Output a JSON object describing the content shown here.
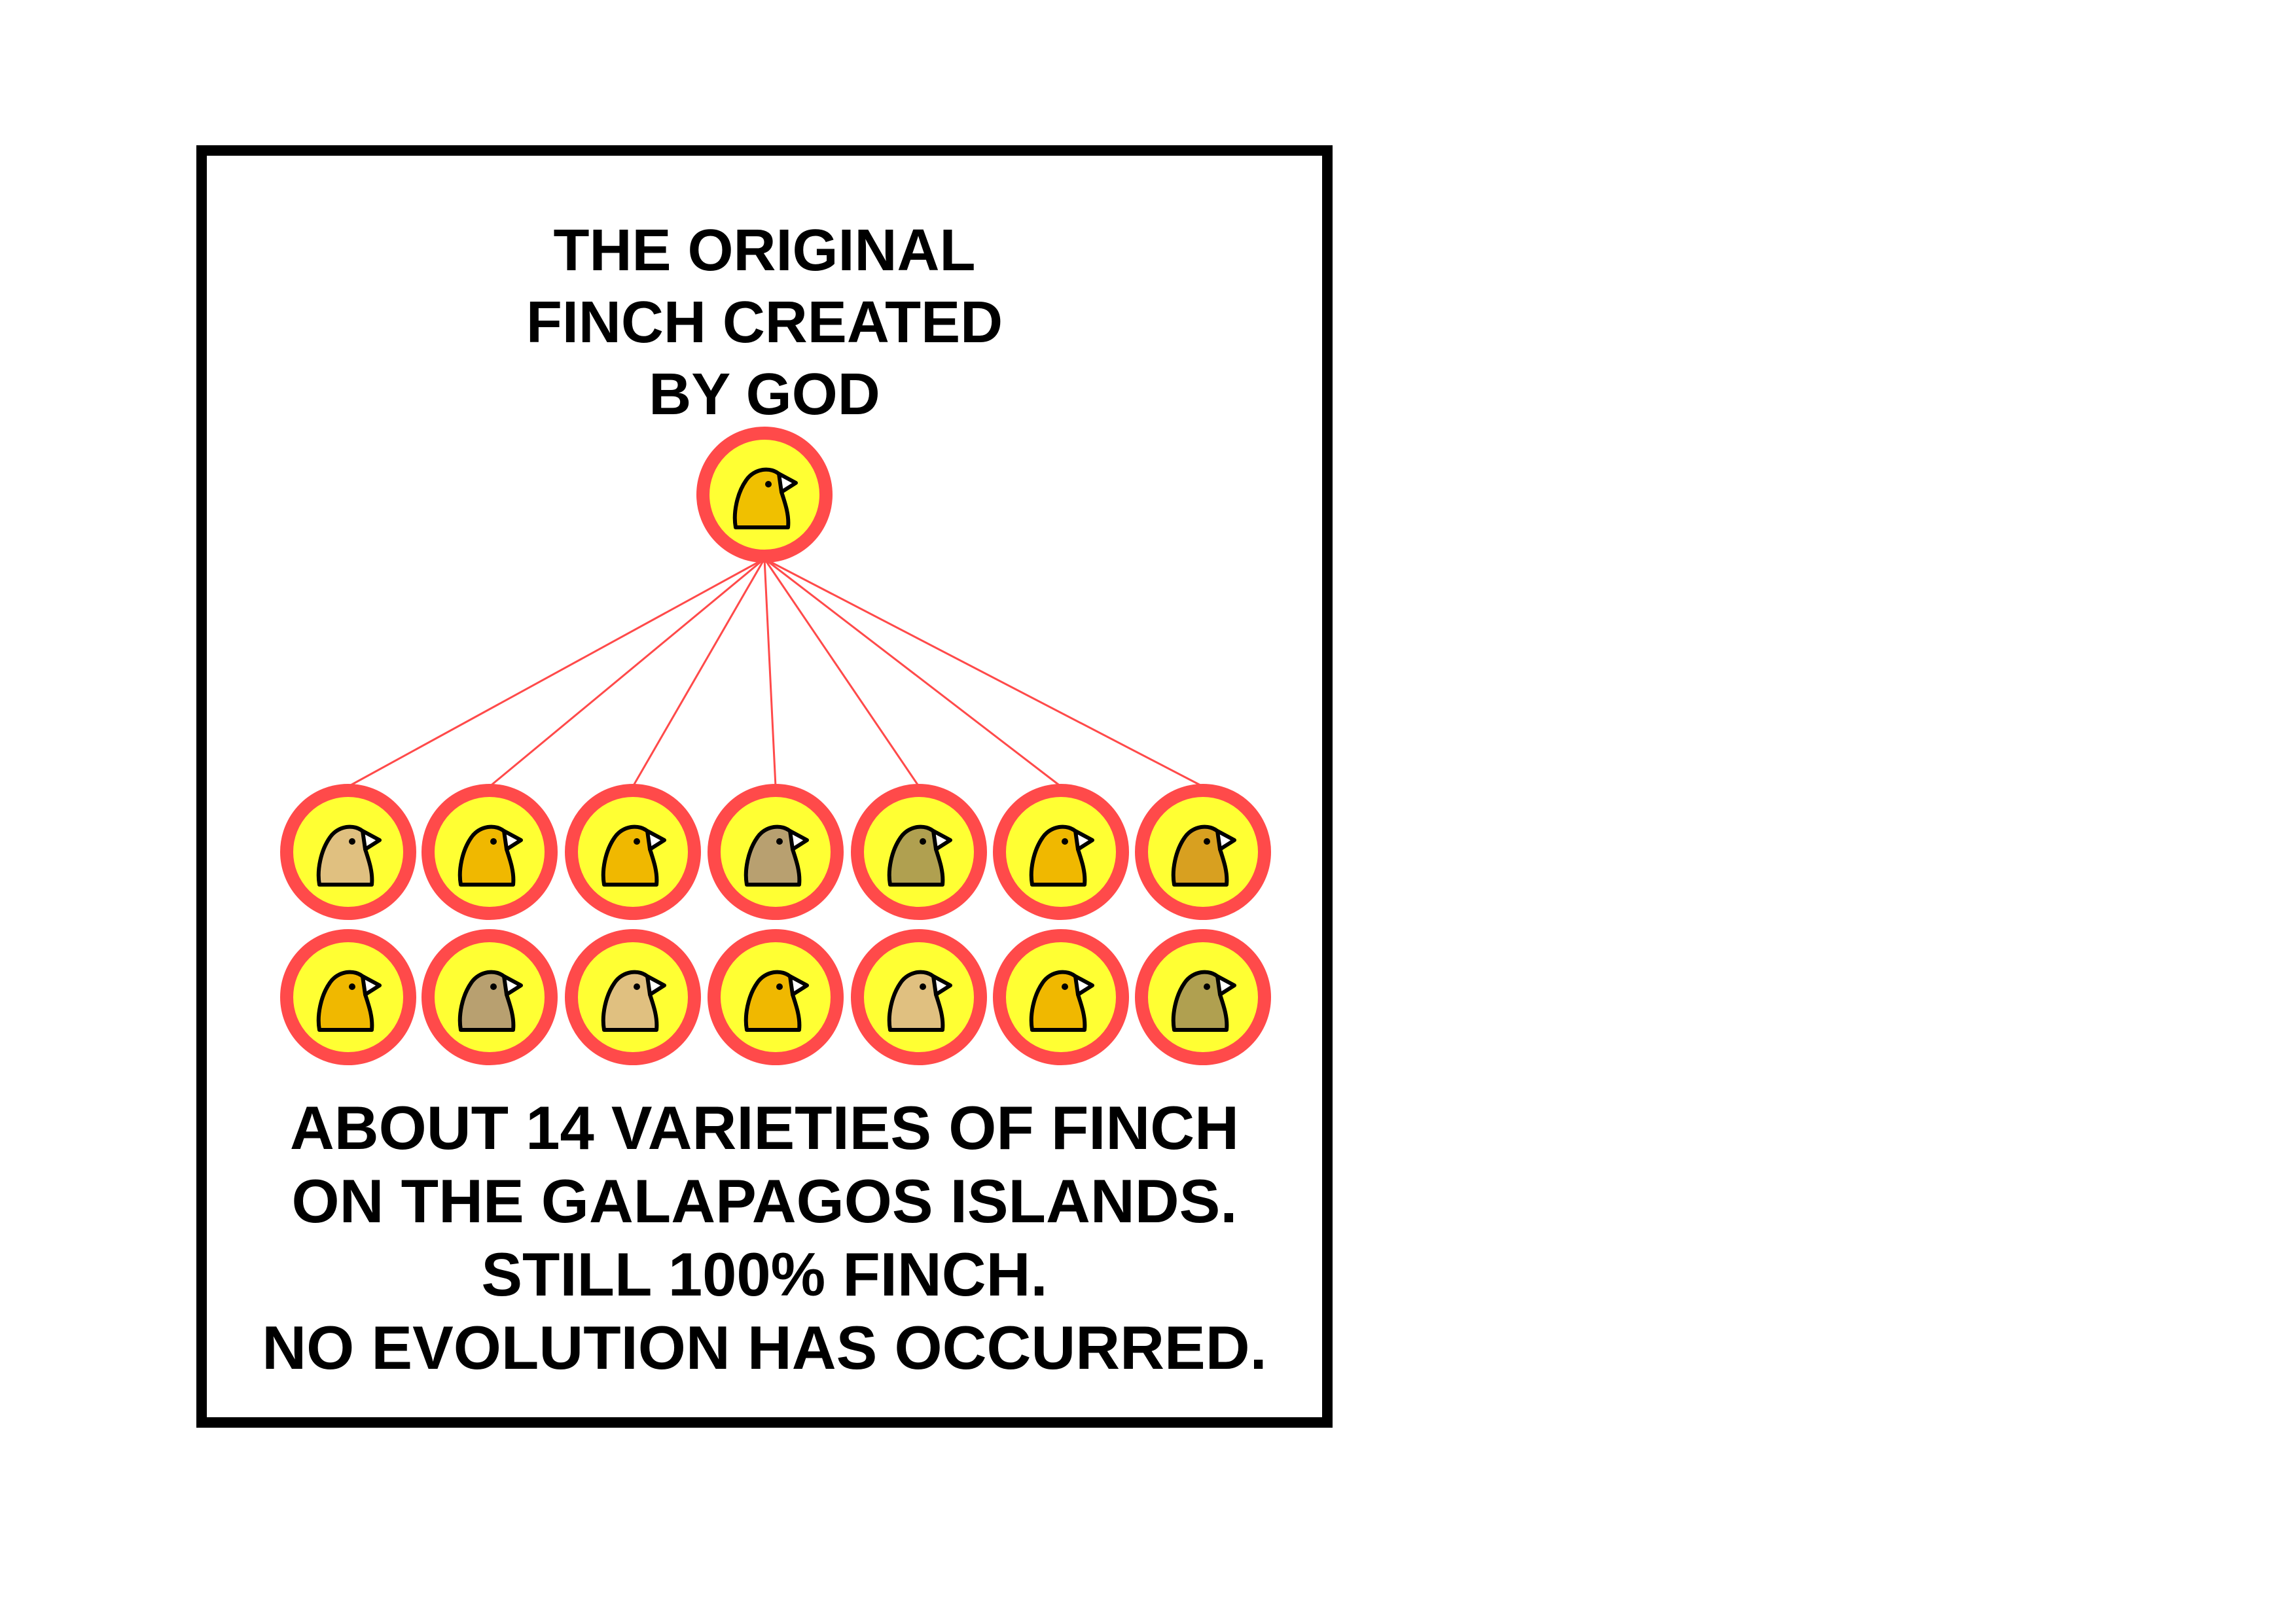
{
  "root": {
    "label_lines": [
      "THE ORIGINAL",
      "FINCH CREATED",
      "BY GOD"
    ],
    "bird_color": "#f0c000"
  },
  "varieties": {
    "count": 14,
    "rows": [
      [
        "#e0c080",
        "#f0b800",
        "#f0b800",
        "#b8a070",
        "#b0a050",
        "#f0b800",
        "#d8a020"
      ],
      [
        "#f0b800",
        "#b8a070",
        "#e0c080",
        "#f0b800",
        "#e0c080",
        "#f0b800",
        "#b0a050"
      ]
    ]
  },
  "caption": {
    "lines": [
      "ABOUT 14 VARIETIES OF FINCH",
      "ON THE GALAPAGOS ISLANDS.",
      "STILL 100% FINCH.",
      "NO EVOLUTION HAS OCCURRED."
    ]
  },
  "colors": {
    "ring": "#ff4a4a",
    "disc": "#ffff33",
    "connector": "#ff4a4a",
    "outline": "#000000",
    "text": "#000000",
    "border": "#000000"
  }
}
